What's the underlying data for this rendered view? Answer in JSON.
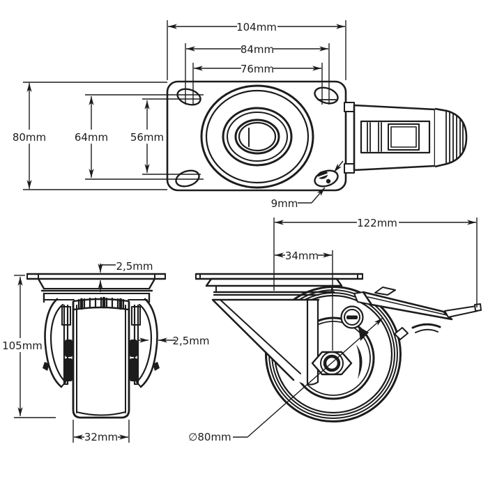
{
  "drawing": {
    "background": "#ffffff",
    "line_color": "#1c1c1c",
    "subject": "swivel caster with brake - dimensional drawing",
    "views": {
      "top": {
        "dims": {
          "plate_width": "104mm",
          "bolt_spacing_outer_h": "84mm",
          "bolt_spacing_inner_h": "76mm",
          "plate_depth": "80mm",
          "bolt_spacing_outer_v": "64mm",
          "bolt_spacing_inner_v": "56mm",
          "slot_width": "9mm"
        }
      },
      "front": {
        "dims": {
          "plate_thickness": "2,5mm",
          "overall_height": "105mm",
          "bracket_thickness": "2,5mm",
          "wheel_width": "32mm"
        }
      },
      "side": {
        "dims": {
          "overall_length": "122mm",
          "axle_offset": "34mm",
          "wheel_diameter": "∅80mm"
        }
      }
    }
  }
}
